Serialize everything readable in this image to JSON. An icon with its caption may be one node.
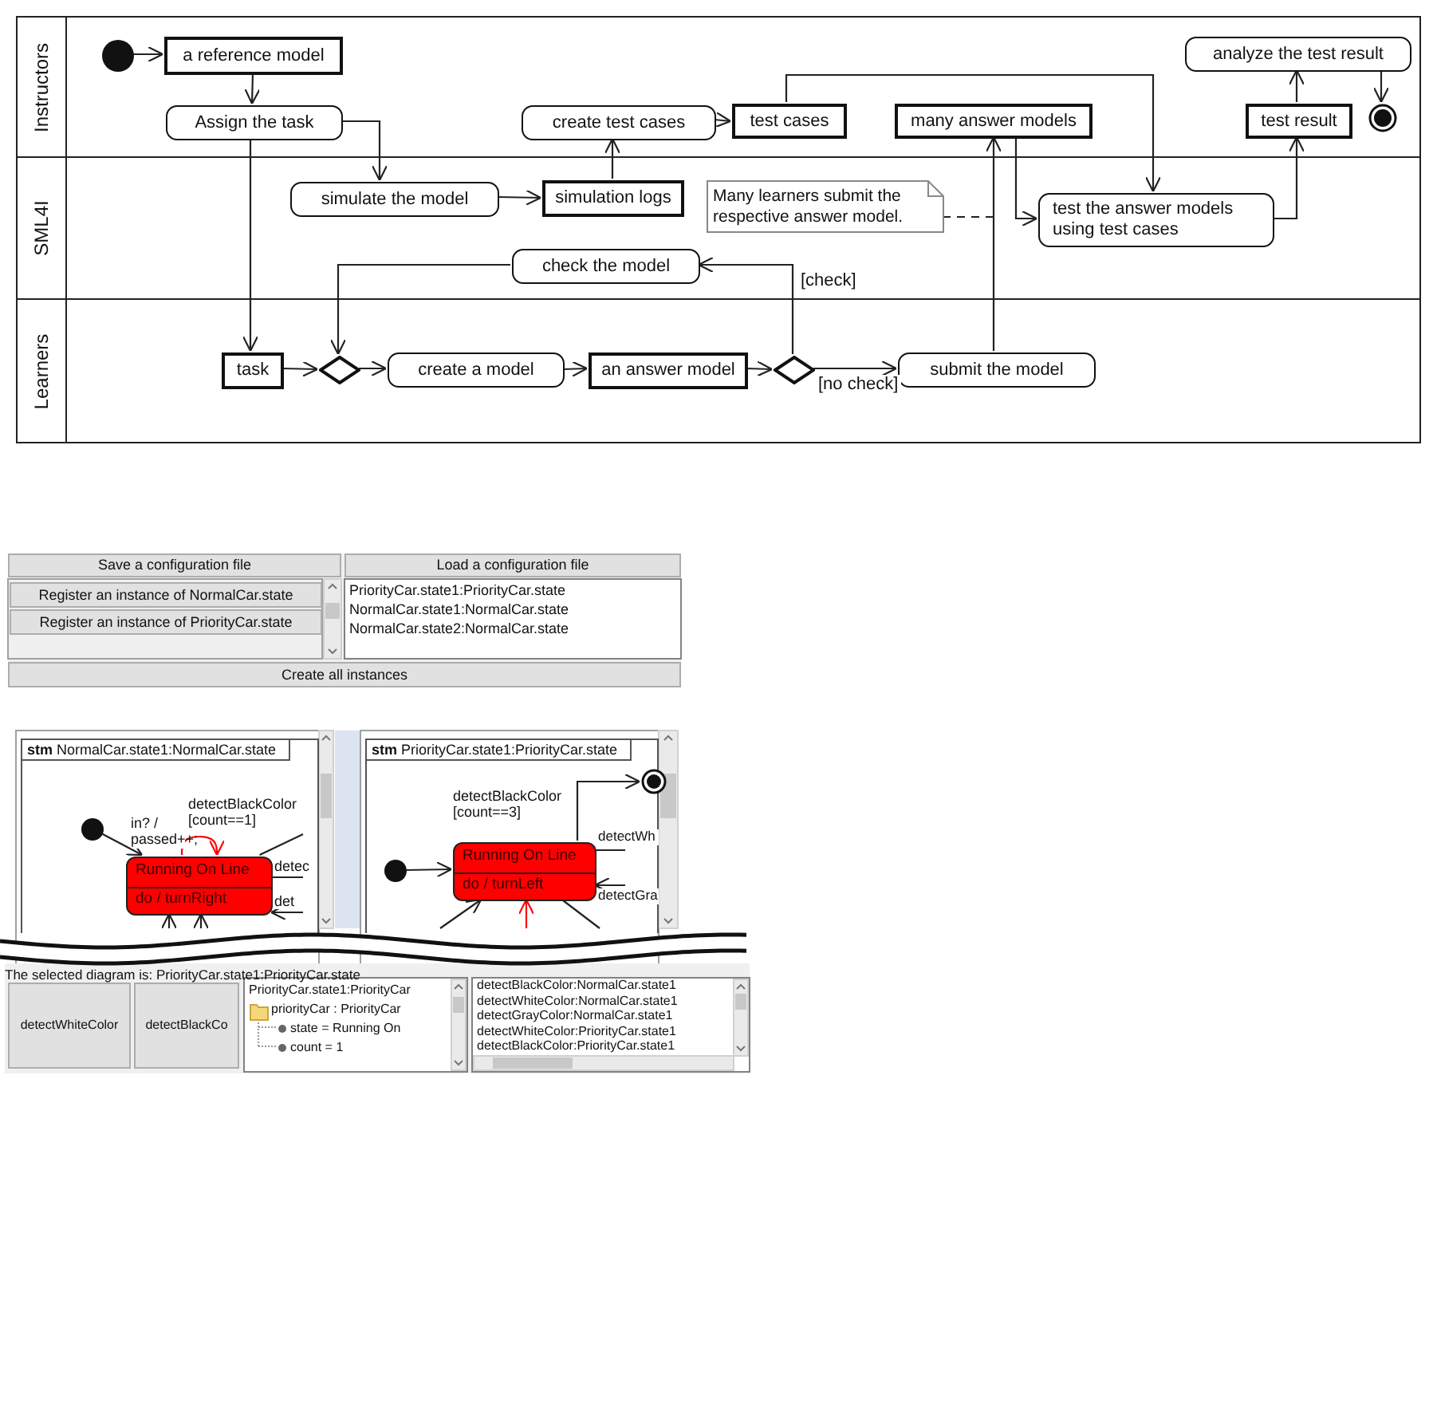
{
  "diagram": {
    "nodes": [
      {
        "text": [
          "Instructors"
        ]
      },
      {
        "text": [
          "SML4I"
        ]
      },
      {
        "text": [
          "Learners"
        ]
      },
      {
        "text": [],
        "shape": "circle",
        "in": 0
      },
      {
        "text": [
          "a reference model"
        ],
        "in": 0
      },
      {
        "text": [
          "Assign the task"
        ],
        "in": 0
      },
      {
        "text": [
          "create test cases"
        ],
        "in": 0
      },
      {
        "text": [
          "test cases"
        ],
        "in": 0
      },
      {
        "text": [
          "many answer models"
        ],
        "in": 0
      },
      {
        "text": [
          "test result"
        ],
        "in": 0
      },
      {
        "text": [
          "analyze the test result"
        ],
        "in": 0
      },
      {
        "text": [],
        "shape": "circle",
        "in": 0
      },
      {
        "text": [
          "simulate the model"
        ],
        "in": 1
      },
      {
        "text": [
          "simulation logs"
        ],
        "in": 1
      },
      {
        "text": [
          "Many learners submit the respective answer model."
        ],
        "in": 1
      },
      {
        "text": [
          "test the answer models using test cases"
        ],
        "in": 1
      },
      {
        "text": [
          "check the model"
        ],
        "in": 1
      },
      {
        "text": [
          "task"
        ],
        "in": 2
      },
      {
        "text": [],
        "shape": "diamond",
        "in": 2
      },
      {
        "text": [
          "create a model"
        ],
        "in": 2
      },
      {
        "text": [
          "an answer model"
        ],
        "in": 2
      },
      {
        "text": [],
        "shape": "diamond",
        "in": 2
      },
      {
        "text": [
          "submit the model"
        ],
        "in": 2
      },
      {
        "text": [
          "**stm** NormalCar.state1:NormalCar.state"
        ]
      },
      {
        "text": [],
        "shape": "circle",
        "in": 23
      },
      {
        "text": [
          "Running On Line",
          "do / turnRight"
        ],
        "in": 23
      },
      {
        "text": [
          "**stm** PriorityCar.state1:PriorityCar.state"
        ]
      },
      {
        "text": [],
        "shape": "circle",
        "in": 26
      },
      {
        "text": [
          "Running On Line",
          "do / turnLeft"
        ],
        "in": 26
      },
      {
        "text": [],
        "shape": "circle",
        "in": 26
      }
    ],
    "edges": [
      {
        "from": 3,
        "to": 4,
        "arrow": "to"
      },
      {
        "from": 4,
        "to": 5,
        "arrow": "to"
      },
      {
        "from": 5,
        "to": 12,
        "arrow": "to"
      },
      {
        "from": 5,
        "to": 17,
        "arrow": "to"
      },
      {
        "from": 12,
        "to": 13,
        "arrow": "to"
      },
      {
        "from": 13,
        "to": 6,
        "arrow": "to"
      },
      {
        "from": 6,
        "to": 7,
        "arrow": "to"
      },
      {
        "from": 7,
        "to": 15,
        "arrow": "to"
      },
      {
        "from": 8,
        "to": 15,
        "arrow": "to"
      },
      {
        "from": 15,
        "to": 9,
        "arrow": "to"
      },
      {
        "from": 9,
        "to": 10,
        "arrow": "to"
      },
      {
        "from": 10,
        "to": 11,
        "arrow": "to"
      },
      {
        "from": 17,
        "to": 18,
        "arrow": "to"
      },
      {
        "from": 18,
        "to": 19,
        "arrow": "to"
      },
      {
        "from": 19,
        "to": 20,
        "arrow": "to"
      },
      {
        "from": 20,
        "to": 21,
        "arrow": "to"
      },
      {
        "from": 21,
        "to": 16,
        "arrow": "to",
        "label": "[check]"
      },
      {
        "from": 16,
        "to": 18,
        "arrow": "to"
      },
      {
        "from": 21,
        "to": 22,
        "arrow": "to",
        "label": "[no check]"
      },
      {
        "from": 22,
        "to": 8,
        "arrow": "to"
      },
      {
        "from": 14,
        "to": null,
        "arrow": "none",
        "style": "dashed"
      },
      {
        "from": 24,
        "to": 25,
        "arrow": "to"
      },
      {
        "from": 25,
        "to": 25,
        "arrow": "to",
        "label": "in? / passed++;",
        "color": "#ff0000"
      },
      {
        "from": 25,
        "to": null,
        "arrow": "none",
        "label": "detectBlackColor [count==1]"
      },
      {
        "from": 25,
        "to": null,
        "arrow": "none",
        "label": "detec"
      },
      {
        "from": null,
        "to": 25,
        "arrow": "to",
        "label": "det"
      },
      {
        "from": null,
        "to": 25,
        "arrow": "to"
      },
      {
        "from": null,
        "to": 25,
        "arrow": "to"
      },
      {
        "from": 27,
        "to": 28,
        "arrow": "to"
      },
      {
        "from": 28,
        "to": 29,
        "arrow": "to",
        "label": "detectBlackColor [count==3]"
      },
      {
        "from": 28,
        "to": null,
        "arrow": "none",
        "label": "detectWh"
      },
      {
        "from": null,
        "to": 28,
        "arrow": "to",
        "label": "detectGra"
      },
      {
        "from": null,
        "to": 28,
        "arrow": "to",
        "color": "#ff0000"
      },
      {
        "from": null,
        "to": 28,
        "arrow": "to"
      },
      {
        "from": 28,
        "to": null,
        "arrow": "none"
      }
    ],
    "labels": [
      "Save a configuration file",
      "Load a configuration file",
      "Register an instance of NormalCar.state",
      "Register an instance of PriorityCar.state",
      "PriorityCar.state1:PriorityCar.state",
      "NormalCar.state1:NormalCar.state",
      "NormalCar.state2:NormalCar.state",
      "Create all instances",
      "The selected diagram is: PriorityCar.state1:PriorityCar.state",
      "detectWhiteColor",
      "detectBlackCo",
      "PriorityCar.state1:PriorityCar",
      "priorityCar : PriorityCar",
      "state = Running On",
      "count = 1",
      "detectBlackColor:NormalCar.state1",
      "detectWhiteColor:NormalCar.state1",
      "detectGrayColor:NormalCar.state1",
      "detectWhiteColor:PriorityCar.state1",
      "detectBlackColor:PriorityCar.state1"
    ]
  }
}
